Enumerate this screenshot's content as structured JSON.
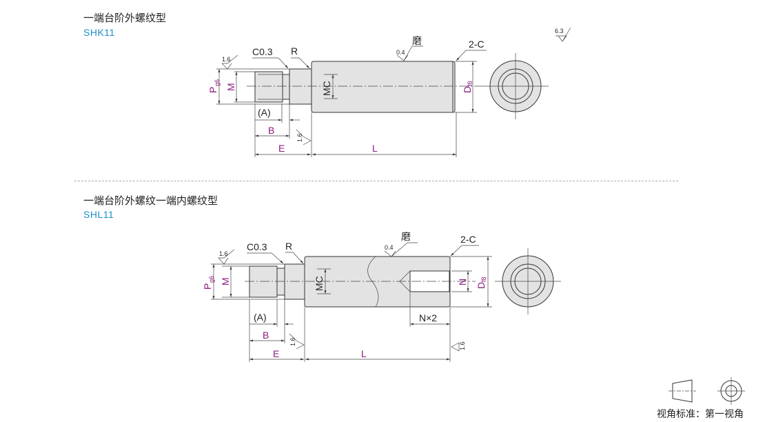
{
  "sections": [
    {
      "title": "一端台阶外螺纹型",
      "code": "SHK11"
    },
    {
      "title": "一端台阶外螺纹一端内螺纹型",
      "code": "SHL11"
    }
  ],
  "labels": {
    "c03": "C0.3",
    "r": "R",
    "grind": "磨",
    "two_c": "2-C",
    "a": "(A)",
    "b": "B",
    "e": "E",
    "l": "L",
    "p": "P",
    "p_sub": "g6",
    "m": "M",
    "mc": "MC",
    "d": "D",
    "d_sub": "f8",
    "n": "N",
    "n2": "N×2",
    "ra16": "1.6",
    "ra04": "0.4",
    "ra63": "6.3"
  },
  "legend": {
    "text": "视角标准：第一视角"
  },
  "colors": {
    "dim": "#8a1a7c",
    "code": "#1a8fc9"
  }
}
